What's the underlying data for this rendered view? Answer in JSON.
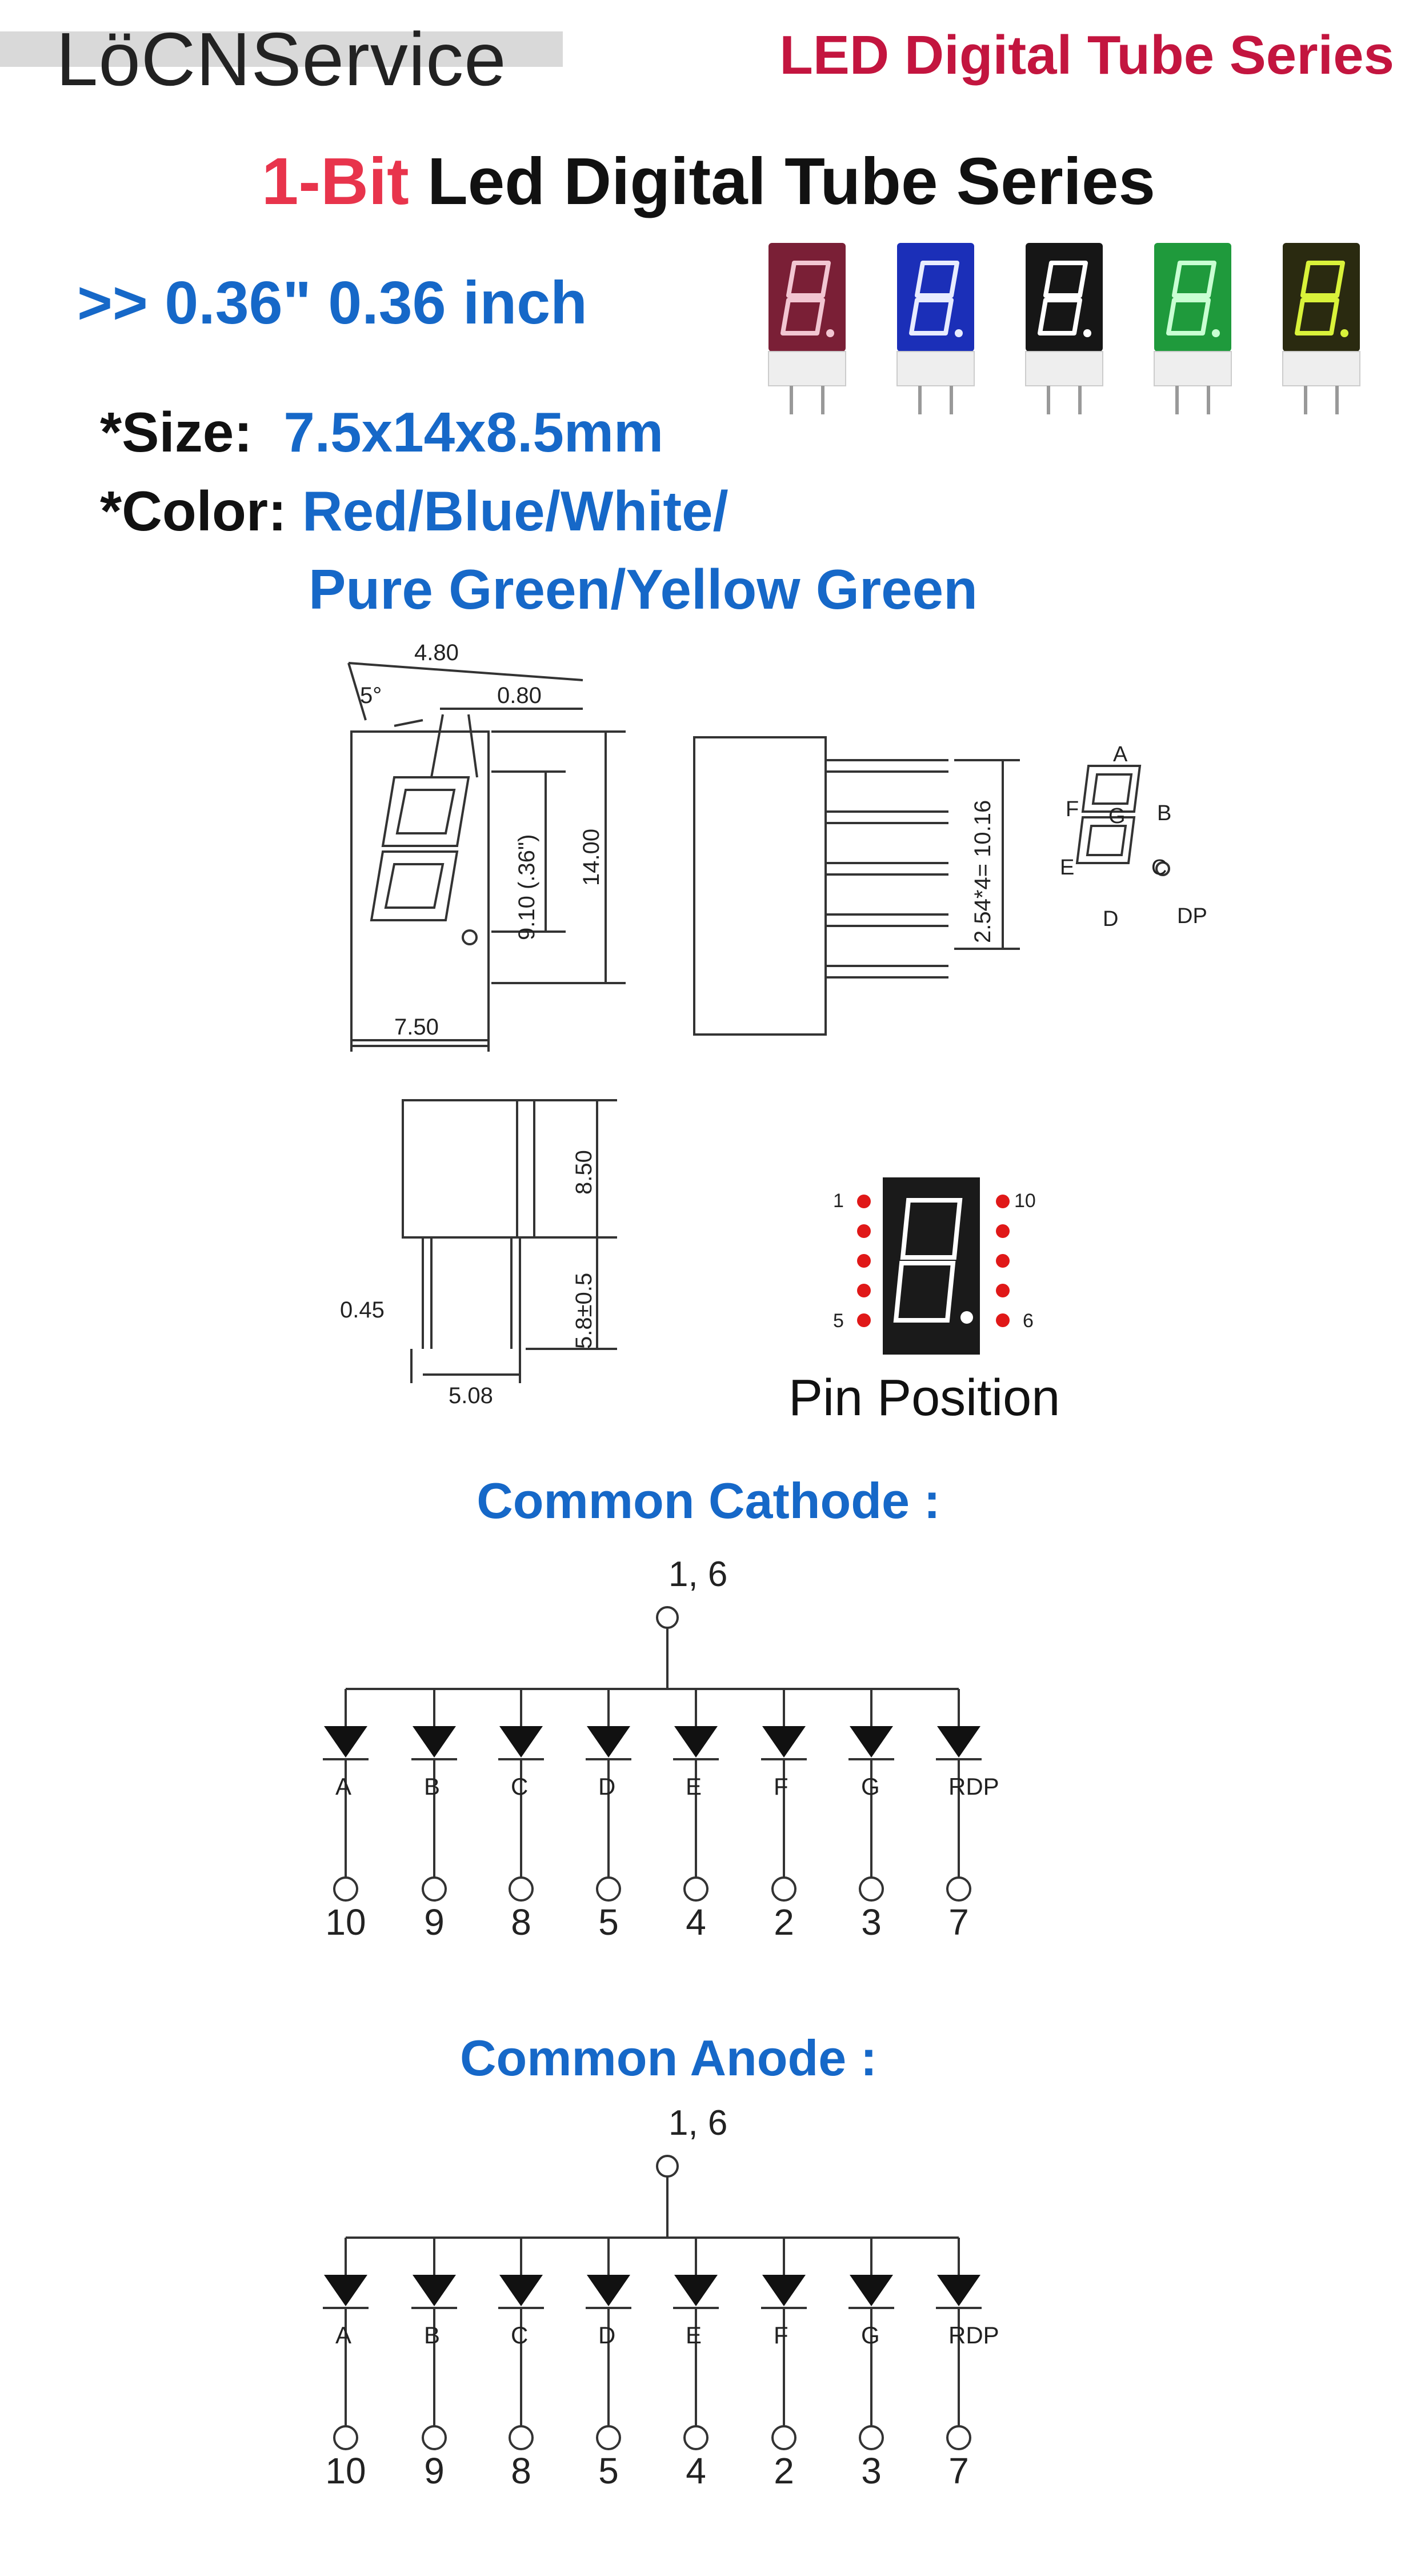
{
  "header": {
    "brand": "LöCNService",
    "series_tag": "LED Digital Tube Series"
  },
  "title": {
    "accent": "1-Bit",
    "rest": " Led Digital Tube Series"
  },
  "size_line": ">>  0.36\"  0.36 inch",
  "specs": {
    "size_label": "*Size:",
    "size_value": "7.5x14x8.5mm",
    "color_label": "*Color:",
    "color_value_1": "Red/Blue/White/",
    "color_value_2": "Pure Green/Yellow Green"
  },
  "tube_colors": [
    {
      "name": "red",
      "bg": "#7a1f36",
      "seg": "#f2c6d2"
    },
    {
      "name": "blue",
      "bg": "#1b2fb8",
      "seg": "#e8ecff"
    },
    {
      "name": "white",
      "bg": "#161616",
      "seg": "#ffffff"
    },
    {
      "name": "pure-green",
      "bg": "#1f9a3c",
      "seg": "#c9ffd3"
    },
    {
      "name": "yellow-green",
      "bg": "#2a2a10",
      "seg": "#d9f23a"
    }
  ],
  "dimensions": {
    "d480": "4.80",
    "d5deg": "5°",
    "d080": "0.80",
    "d910": "9.10 (.36\")",
    "d1400": "14.00",
    "d750": "7.50",
    "d254": "2.54*4= 10.16",
    "d850": "8.50",
    "d58": "5.8±0.5",
    "d045": "0.45",
    "d508": "5.08"
  },
  "segment_labels": {
    "a": "A",
    "b": "B",
    "c": "C",
    "d": "D",
    "e": "E",
    "f": "F",
    "g": "G",
    "dp": "DP"
  },
  "pin_position": {
    "title": "Pin Position",
    "pin1": "1",
    "pin5": "5",
    "pin6": "6",
    "pin10": "10"
  },
  "common_cathode": {
    "title": "Common Cathode :",
    "common_pins": "1,  6",
    "segments": [
      "A",
      "B",
      "C",
      "D",
      "E",
      "F",
      "G",
      "RDP"
    ],
    "pins": [
      "10",
      "9",
      "8",
      "5",
      "4",
      "2",
      "3",
      "7"
    ]
  },
  "common_anode": {
    "title": "Common Anode :",
    "common_pins": "1,  6",
    "segments": [
      "A",
      "B",
      "C",
      "D",
      "E",
      "F",
      "G",
      "RDP"
    ],
    "pins": [
      "10",
      "9",
      "8",
      "5",
      "4",
      "2",
      "3",
      "7"
    ]
  },
  "colors": {
    "accent_blue": "#1668c8",
    "accent_red": "#e8344c",
    "brand_red": "#c3153f",
    "pin_dot": "#e01818"
  }
}
